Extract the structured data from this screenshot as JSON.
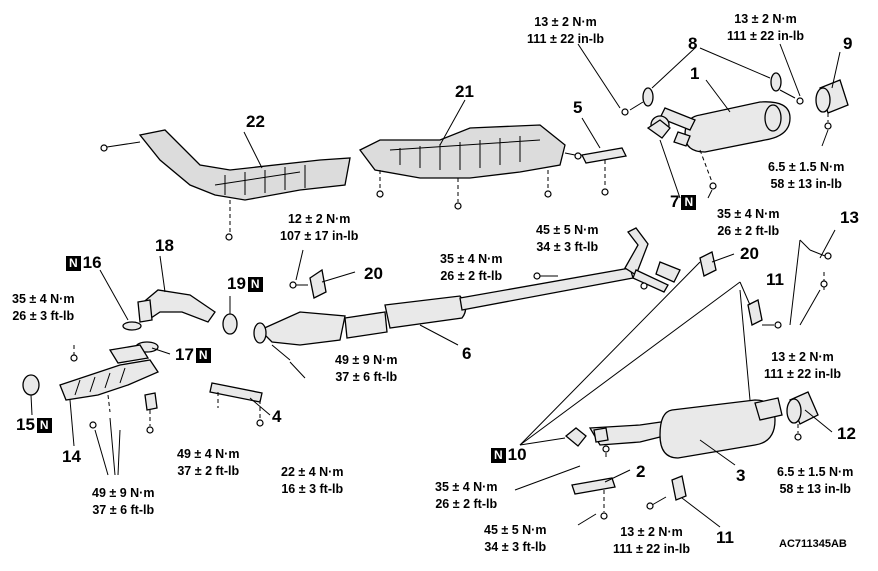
{
  "figure_code": "AC711345AB",
  "nut_tag": "N",
  "callouts": {
    "c1": "1",
    "c2": "2",
    "c3": "3",
    "c4": "4",
    "c5": "5",
    "c6": "6",
    "c7": "7",
    "c8": "8",
    "c9": "9",
    "c10": "10",
    "c11a": "11",
    "c11b": "11",
    "c12": "12",
    "c13": "13",
    "c14": "14",
    "c15": "15",
    "c16": "16",
    "c17": "17",
    "c18": "18",
    "c19": "19",
    "c20a": "20",
    "c20b": "20",
    "c21": "21",
    "c22": "22"
  },
  "torques": {
    "t_8_left": [
      "13 ± 2 N·m",
      "111 ± 22 in-lb"
    ],
    "t_8_right": [
      "13 ± 2 N·m",
      "111 ± 22 in-lb"
    ],
    "t_9": [
      "6.5 ± 1.5 N·m",
      "58 ± 13 in-lb"
    ],
    "t_1": [
      "35 ± 4 N·m",
      "26 ± 2 ft-lb"
    ],
    "t_5": [
      "45 ± 5 N·m",
      "34 ± 3 ft-lb"
    ],
    "t_19": [
      "12 ± 2 N·m",
      "107 ± 17 in-lb"
    ],
    "t_20": [
      "35 ± 4 N·m",
      "26 ± 2 ft-lb"
    ],
    "t_16": [
      "35 ± 4 N·m",
      "26 ± 3 ft-lb"
    ],
    "t_6": [
      "49 ± 9 N·m",
      "37 ± 6 ft-lb"
    ],
    "t_11top": [
      "13 ± 2 N·m",
      "111 ± 22 in-lb"
    ],
    "t_14a": [
      "49 ± 4 N·m",
      "37 ± 2 ft-lb"
    ],
    "t_4": [
      "22 ± 4 N·m",
      "16 ± 3 ft-lb"
    ],
    "t_14b": [
      "49 ± 9 N·m",
      "37 ± 6 ft-lb"
    ],
    "t_10": [
      "35 ± 4 N·m",
      "26 ± 2 ft-lb"
    ],
    "t_2": [
      "45 ± 5 N·m",
      "34 ± 3 ft-lb"
    ],
    "t_11bot": [
      "13 ± 2 N·m",
      "111 ± 22 in-lb"
    ],
    "t_12": [
      "6.5 ± 1.5 N·m",
      "58 ± 13 in-lb"
    ]
  }
}
